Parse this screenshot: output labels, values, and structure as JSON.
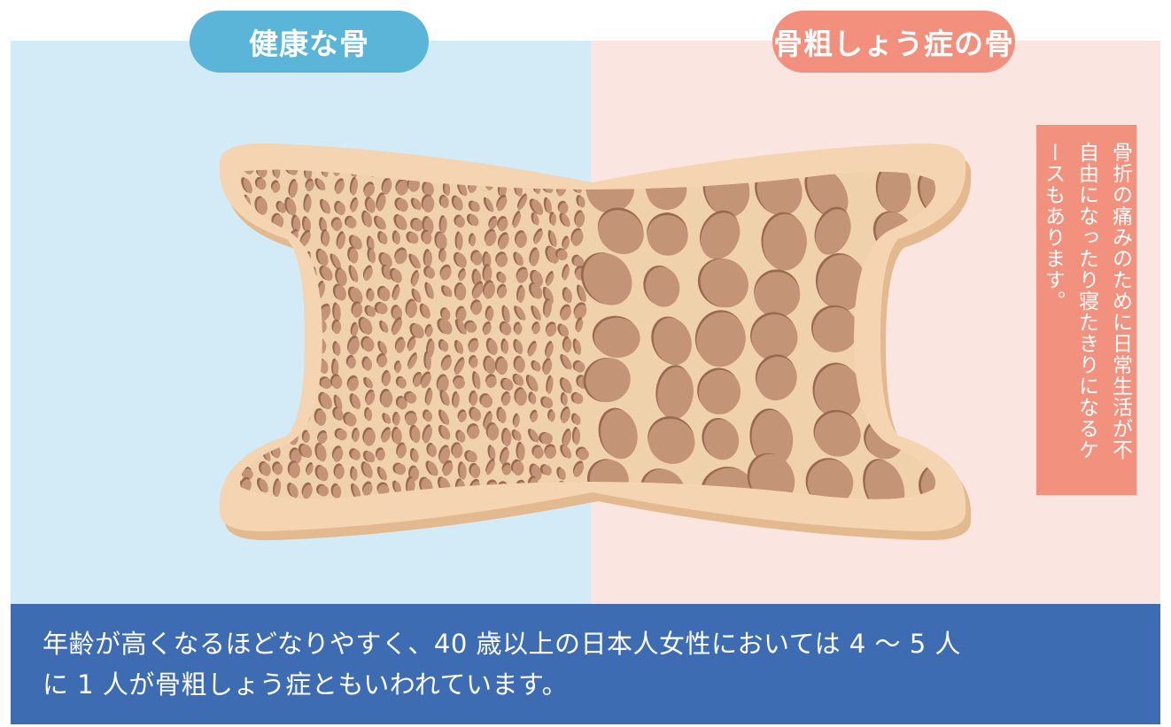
{
  "labels": {
    "healthy": "健康な骨",
    "osteoporosis": "骨粗しょう症の骨"
  },
  "note": "骨折の痛みのために日常生活が不自由になったり寝たきりになるケースもあります。",
  "caption": "年齢が高くなるほどなりやすく、40 歳以上の日本人女性においては 4 〜 5 人\nに 1 人が骨粗しょう症ともいわれています。",
  "colors": {
    "healthy_panel": "#d3ebf6",
    "osteoporosis_panel": "#fbe5e1",
    "healthy_pill": "#5ab5d9",
    "osteoporosis_pill": "#f3907d",
    "note_bg": "#f2917e",
    "caption_bg": "#3e6cb3",
    "bone_outer": "#f5d4b2",
    "bone_inner": "#efd2ac",
    "pore": "#c49477",
    "pore_shadow": "#9a6a4e"
  }
}
